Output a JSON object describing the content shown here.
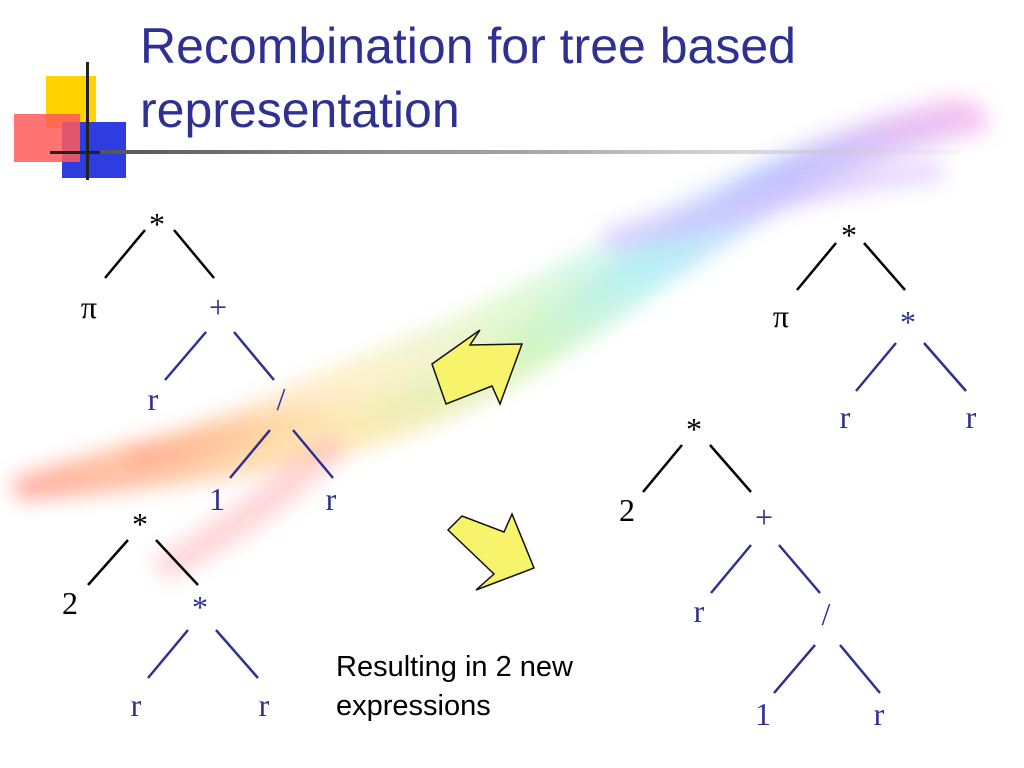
{
  "slide": {
    "title_lines": [
      "Recombination for tree based",
      "representation"
    ],
    "caption_lines": [
      "Resulting in 2 new",
      "expressions"
    ]
  },
  "trees": {
    "parent1": [
      "*",
      "π",
      "+",
      "r",
      "/",
      "1",
      "r"
    ],
    "parent2": [
      "*",
      "2",
      "*",
      "r",
      "r"
    ],
    "child1": [
      "*",
      "π",
      "*",
      "r",
      "r"
    ],
    "child2": [
      "*",
      "2",
      "+",
      "r",
      "/",
      "1",
      "r"
    ]
  },
  "colors": {
    "title": "#2e3192",
    "edge_black": "#000000",
    "edge_blue": "#2e3192",
    "arrow_fill": "#f7f36b",
    "arrow_stroke": "#111111"
  },
  "icons": {
    "logo": "colored-squares-logo",
    "arrows": "block-arrow-icon"
  }
}
